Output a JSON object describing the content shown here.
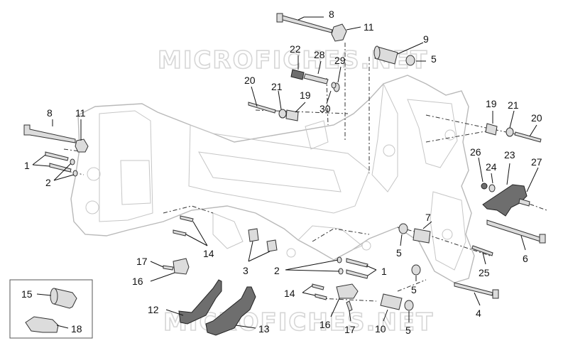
{
  "watermark": "MICROFICHES.NET",
  "callouts": [
    "8",
    "11",
    "9",
    "5",
    "22",
    "28",
    "29",
    "20",
    "21",
    "19",
    "30",
    "8",
    "11",
    "1",
    "2",
    "19",
    "21",
    "20",
    "26",
    "23",
    "24",
    "27",
    "7",
    "5",
    "6",
    "25",
    "5",
    "4",
    "10",
    "5",
    "1",
    "2",
    "14",
    "16",
    "17",
    "14",
    "3",
    "17",
    "16",
    "12",
    "13",
    "15",
    "18"
  ]
}
